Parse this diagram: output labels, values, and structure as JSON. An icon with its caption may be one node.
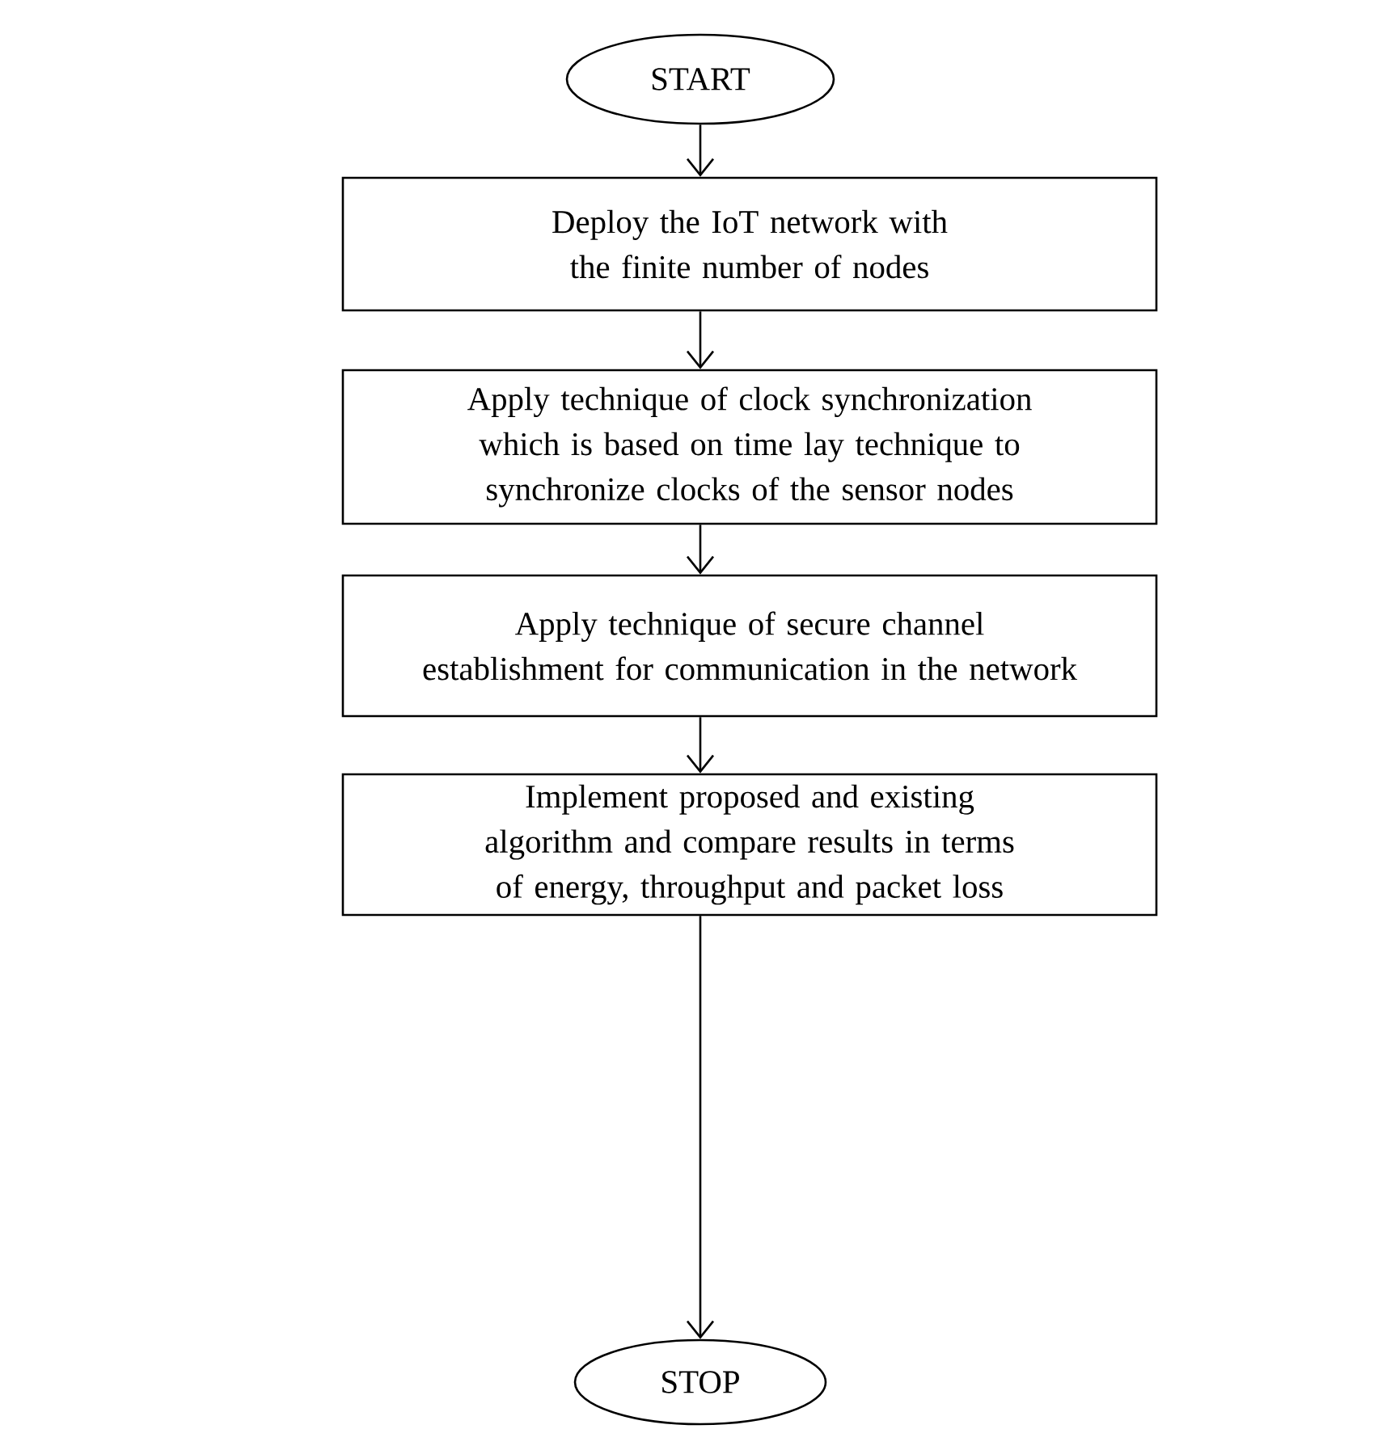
{
  "diagram": {
    "nodes": [
      {
        "text": [
          "START"
        ]
      },
      {
        "text": [
          "Deploy the IoT network with the finite number of nodes"
        ]
      },
      {
        "text": [
          "Apply technique of clock synchronization which is based on time lay technique to synchronize clocks of the sensor nodes"
        ]
      },
      {
        "text": [
          "Apply technique of secure channel establishment for communication in the network"
        ]
      },
      {
        "text": [
          "Implement proposed and existing algorithm and compare results in terms of energy, throughput and packet loss"
        ]
      },
      {
        "text": [
          "STOP"
        ]
      }
    ],
    "edges": [
      {
        "from": 0,
        "to": 1,
        "arrow": "to"
      },
      {
        "from": 1,
        "to": 2,
        "arrow": "to"
      },
      {
        "from": 2,
        "to": 3,
        "arrow": "to"
      },
      {
        "from": 3,
        "to": 4,
        "arrow": "to"
      },
      {
        "from": 4,
        "to": 5,
        "arrow": "to"
      }
    ]
  }
}
